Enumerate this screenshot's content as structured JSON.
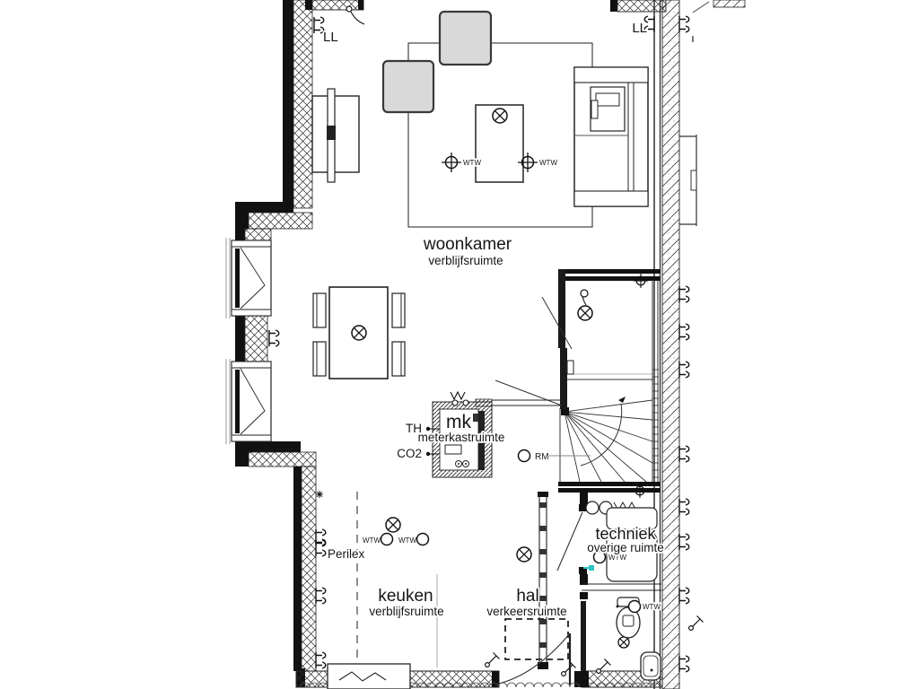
{
  "colors": {
    "ink": "#1f1f1f",
    "furniture_gray": "#d9d9d9",
    "tap_teal": "#2ec4c4"
  },
  "rooms": {
    "woonkamer": {
      "name": "woonkamer",
      "type": "verblijfsruimte"
    },
    "keuken": {
      "name": "keuken",
      "type": "verblijfsruimte"
    },
    "hal": {
      "name": "hal",
      "type": "verkeersruimte"
    },
    "techniek": {
      "name": "techniek",
      "type": "overige ruimte"
    },
    "meterkast": {
      "name": "mk",
      "type": "meterkastruimte"
    }
  },
  "labels": {
    "ll": "LL",
    "th": "TH",
    "co2": "CO2",
    "rm": "RM",
    "perilex": "Perilex",
    "wtw": "WTW"
  }
}
